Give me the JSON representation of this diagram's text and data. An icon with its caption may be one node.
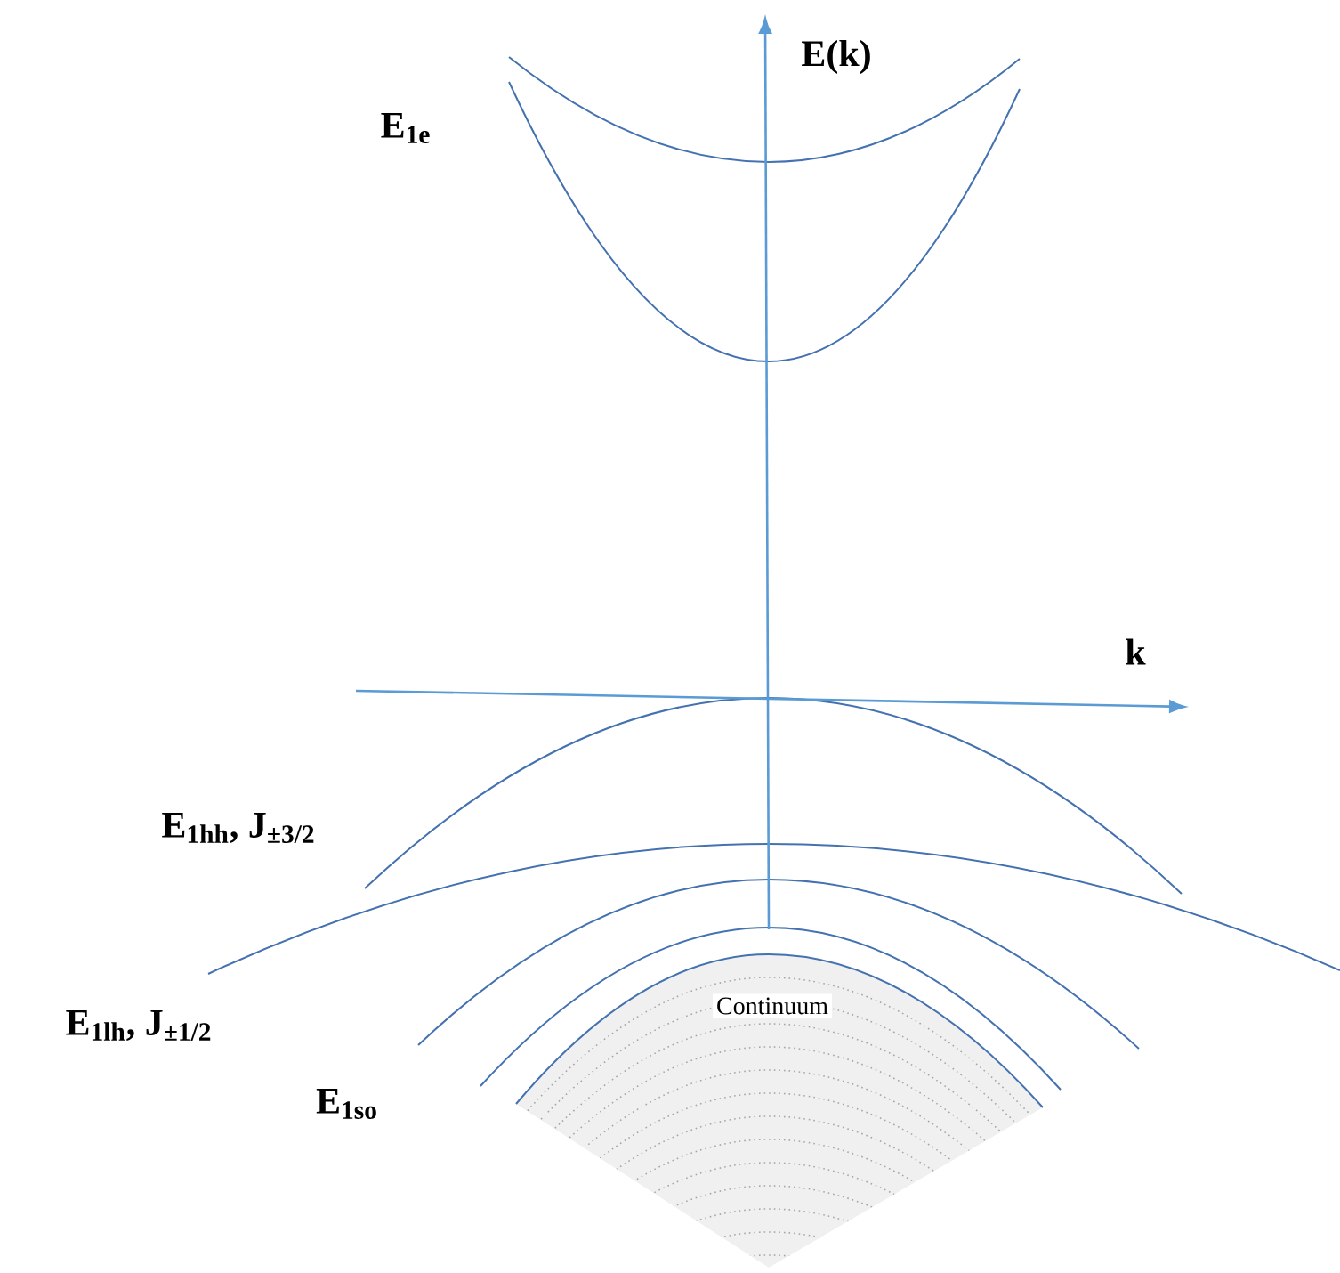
{
  "diagram": {
    "labels": [
      "E(k)",
      "E$_{1e}$",
      "k",
      "E$_{1hh}$, J$_{±3/2}$",
      "E$_{1lh}$, J$_{±1/2}$",
      "E$_{1so}$",
      "Continuum"
    ]
  }
}
